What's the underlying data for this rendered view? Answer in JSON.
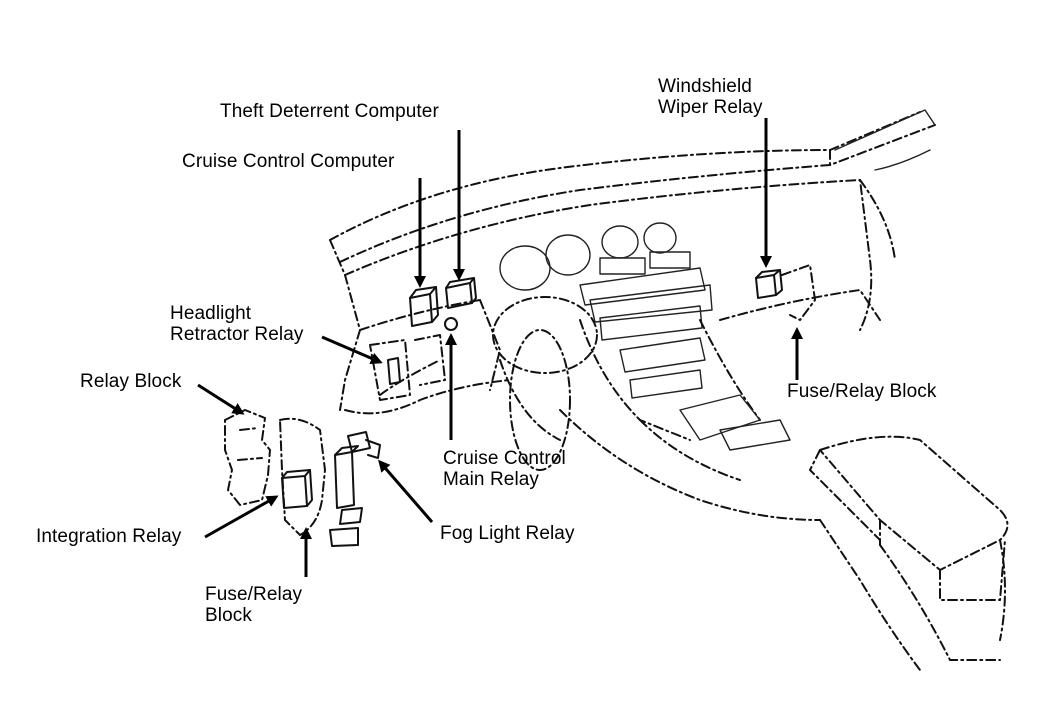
{
  "labels": {
    "windshield_wiper_relay": [
      "Windshield",
      "Wiper Relay"
    ],
    "theft_deterrent_computer": [
      "Theft Deterrent Computer"
    ],
    "cruise_control_computer": [
      "Cruise Control Computer"
    ],
    "headlight_retractor_relay": [
      "Headlight",
      "Retractor Relay"
    ],
    "relay_block": [
      "Relay Block"
    ],
    "fuse_relay_block_right": [
      "Fuse/Relay Block"
    ],
    "cruise_control_main_relay": [
      "Cruise Control",
      "Main Relay"
    ],
    "integration_relay": [
      "Integration Relay"
    ],
    "fog_light_relay": [
      "Fog Light Relay"
    ],
    "fuse_relay_block_left": [
      "Fuse/Relay",
      "Block"
    ]
  }
}
